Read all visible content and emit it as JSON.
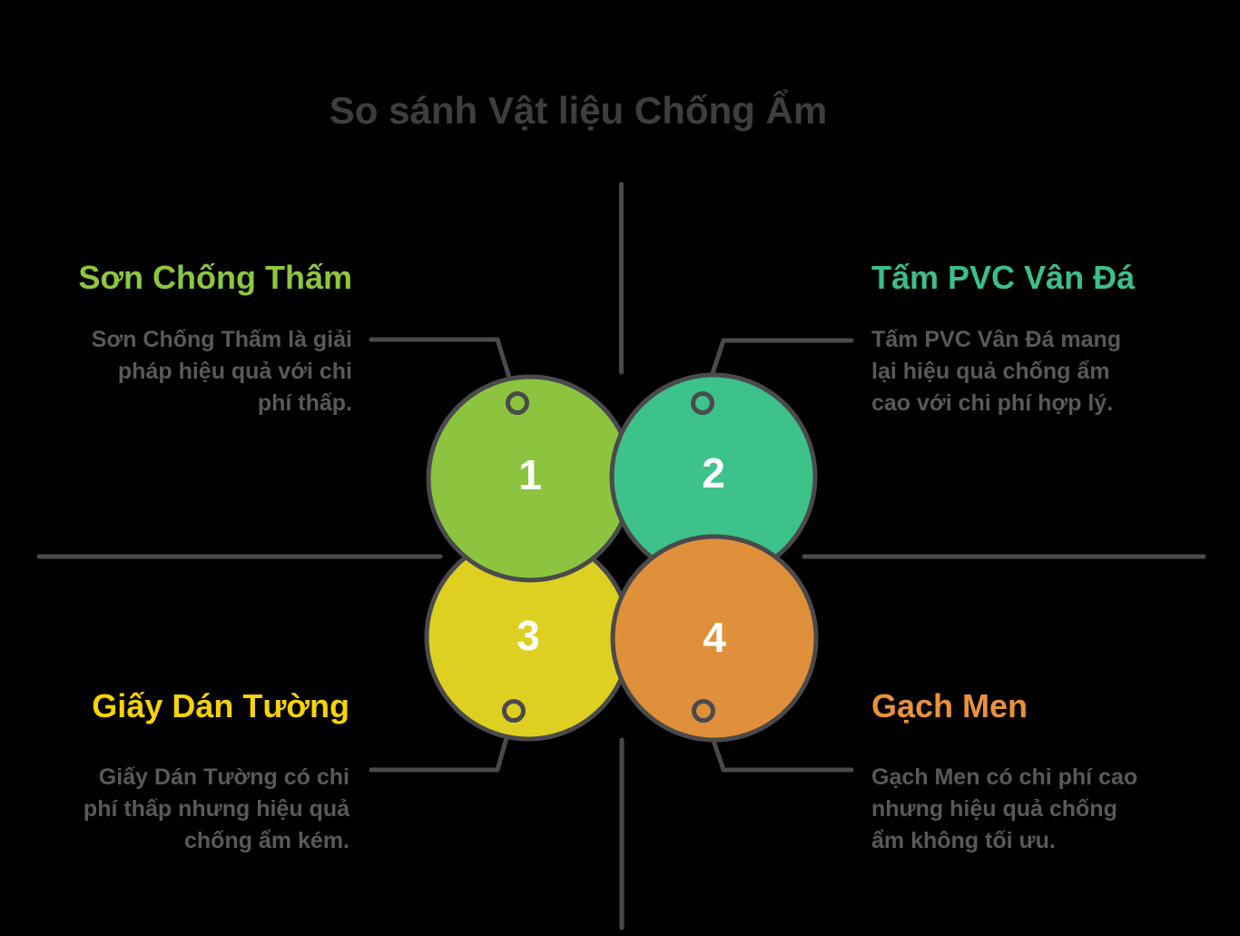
{
  "title": "So sánh Vật liệu Chống Ẩm",
  "items": [
    {
      "number": "1",
      "heading": "Sơn Chống Thấm",
      "desc_lines": [
        "Sơn Chống Thấm là giải",
        "pháp hiệu quả với chi",
        "phí thấp."
      ],
      "circle_color": "#8cc43f",
      "label_color": "#8dc63f"
    },
    {
      "number": "2",
      "heading": "Tấm PVC Vân Đá",
      "desc_lines": [
        "Tấm PVC Vân Đá mang",
        "lại hiệu quả chống ẩm",
        "cao với chi phí hợp lý."
      ],
      "circle_color": "#3cc28a",
      "label_color": "#3bbf8a"
    },
    {
      "number": "3",
      "heading": "Giấy Dán Tường",
      "desc_lines": [
        "Giấy Dán Tường có chi",
        "phí thấp nhưng hiệu quả",
        "chống ẩm kém."
      ],
      "circle_color": "#ddd021",
      "label_color": "#f5d305"
    },
    {
      "number": "4",
      "heading": "Gạch Men",
      "desc_lines": [
        "Gạch Men có chi phí cao",
        "nhưng hiệu quả chống",
        "ẩm không tối ưu."
      ],
      "circle_color": "#e0903a",
      "label_color": "#e8923c"
    }
  ],
  "colors": {
    "bg": "#000000",
    "title_text": "#3e3e40",
    "desc_text": "#58595b",
    "line": "#4a4a4c",
    "number_text": "#ffffff"
  }
}
